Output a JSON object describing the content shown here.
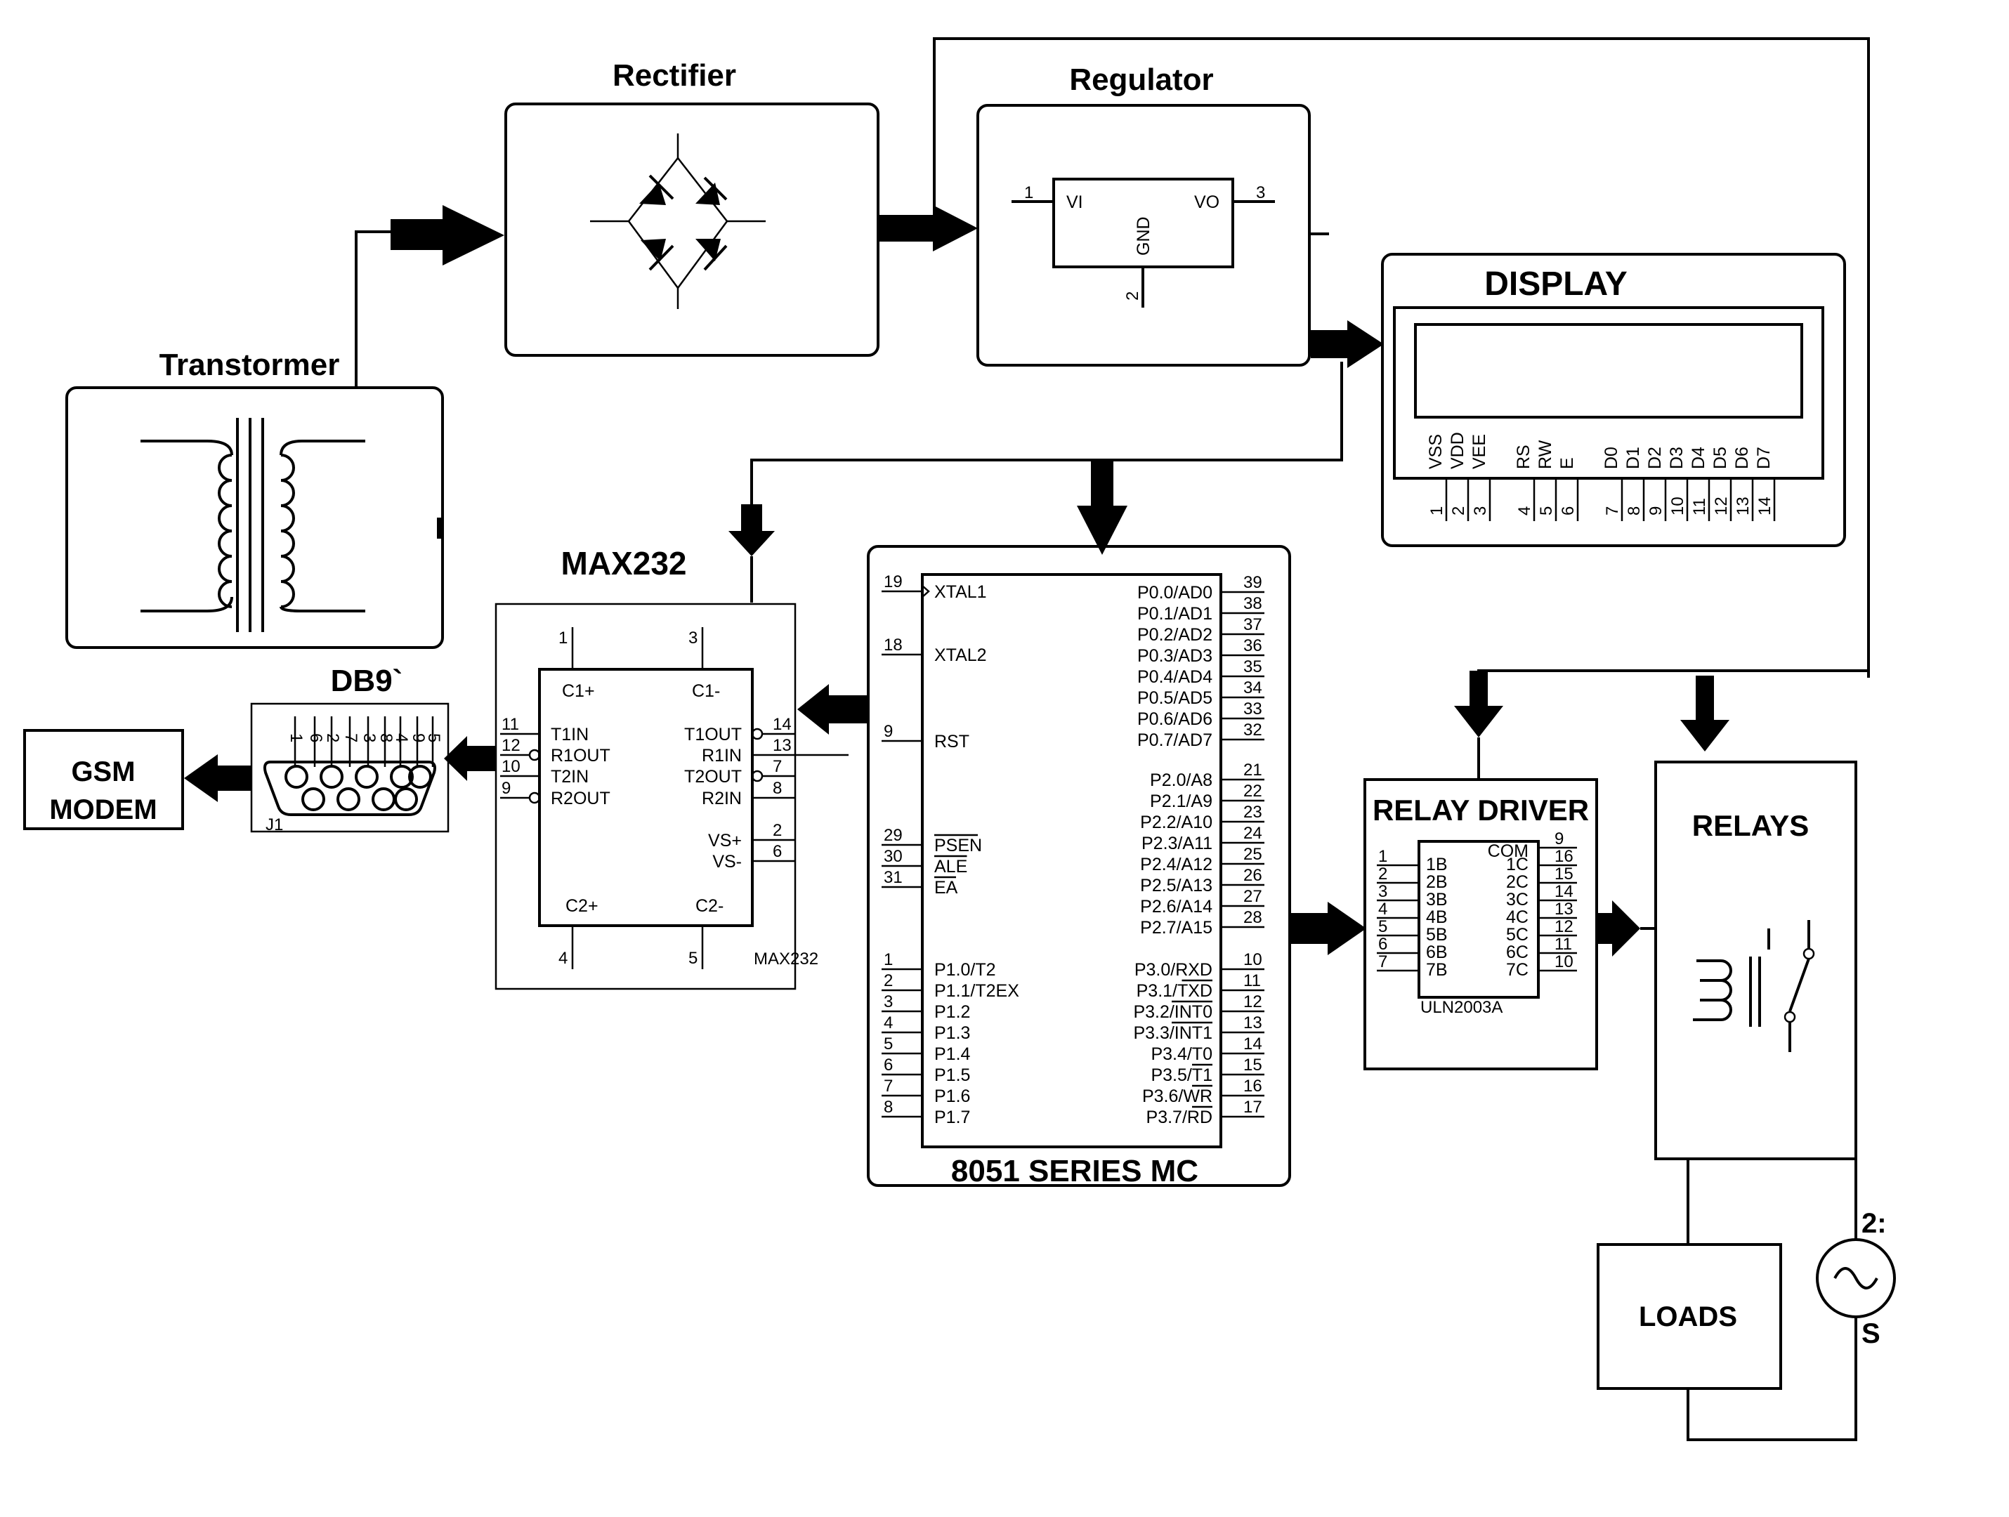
{
  "labels": {
    "transformer": "Transtormer",
    "rectifier": "Rectifier",
    "regulator": "Regulator",
    "display": "DISPLAY",
    "max232": "MAX232",
    "db9": "DB9`",
    "gsm_line1": "GSM",
    "gsm_line2": "MODEM",
    "mc": "8051 SERIES MC",
    "relay_driver": "RELAY DRIVER",
    "relays": "RELAYS",
    "loads": "LOADS",
    "source_top": "2:",
    "source_bottom": "S"
  },
  "regulator": {
    "vi": "VI",
    "vo": "VO",
    "gnd": "GND",
    "pin_in": "1",
    "pin_out": "3",
    "pin_gnd": "2"
  },
  "lcd": {
    "signals": [
      "VSS",
      "VDD",
      "VEE",
      "RS",
      "RW",
      "E",
      "D0",
      "D1",
      "D2",
      "D3",
      "D4",
      "D5",
      "D6",
      "D7"
    ],
    "pins": [
      "1",
      "2",
      "3",
      "4",
      "5",
      "6",
      "7",
      "8",
      "9",
      "10",
      "11",
      "12",
      "13",
      "14"
    ]
  },
  "max232_chip": {
    "c1p": "C1+",
    "c1m": "C1-",
    "c2p": "C2+",
    "c2m": "C2-",
    "pin_c1p": "1",
    "pin_c1m": "3",
    "pin_c2p": "4",
    "pin_c2m": "5",
    "left": [
      {
        "pin": "11",
        "name": "T1IN"
      },
      {
        "pin": "12",
        "name": "R1OUT"
      },
      {
        "pin": "10",
        "name": "T2IN"
      },
      {
        "pin": "9",
        "name": "R2OUT"
      }
    ],
    "right": [
      {
        "pin": "14",
        "name": "T1OUT"
      },
      {
        "pin": "13",
        "name": "R1IN"
      },
      {
        "pin": "7",
        "name": "T2OUT"
      },
      {
        "pin": "8",
        "name": "R2IN"
      },
      {
        "pin": "2",
        "name": "VS+"
      },
      {
        "pin": "6",
        "name": "VS-"
      }
    ],
    "part": "MAX232"
  },
  "db9_conn": {
    "pins": [
      "1",
      "6",
      "2",
      "7",
      "3",
      "8",
      "4",
      "9",
      "5"
    ],
    "ref": "J1"
  },
  "mcu": {
    "left_top": [
      {
        "pin": "19",
        "name": "XTAL1"
      },
      {
        "pin": "18",
        "name": "XTAL2"
      },
      {
        "pin": "9",
        "name": "RST"
      }
    ],
    "left_mid": [
      {
        "pin": "29",
        "name": "PSEN"
      },
      {
        "pin": "30",
        "name": "ALE"
      },
      {
        "pin": "31",
        "name": "EA"
      }
    ],
    "left_p1": [
      {
        "pin": "1",
        "name": "P1.0/T2"
      },
      {
        "pin": "2",
        "name": "P1.1/T2EX"
      },
      {
        "pin": "3",
        "name": "P1.2"
      },
      {
        "pin": "4",
        "name": "P1.3"
      },
      {
        "pin": "5",
        "name": "P1.4"
      },
      {
        "pin": "6",
        "name": "P1.5"
      },
      {
        "pin": "7",
        "name": "P1.6"
      },
      {
        "pin": "8",
        "name": "P1.7"
      }
    ],
    "right_p0": [
      {
        "pin": "39",
        "name": "P0.0/AD0"
      },
      {
        "pin": "38",
        "name": "P0.1/AD1"
      },
      {
        "pin": "37",
        "name": "P0.2/AD2"
      },
      {
        "pin": "36",
        "name": "P0.3/AD3"
      },
      {
        "pin": "35",
        "name": "P0.4/AD4"
      },
      {
        "pin": "34",
        "name": "P0.5/AD5"
      },
      {
        "pin": "33",
        "name": "P0.6/AD6"
      },
      {
        "pin": "32",
        "name": "P0.7/AD7"
      }
    ],
    "right_p2": [
      {
        "pin": "21",
        "name": "P2.0/A8"
      },
      {
        "pin": "22",
        "name": "P2.1/A9"
      },
      {
        "pin": "23",
        "name": "P2.2/A10"
      },
      {
        "pin": "24",
        "name": "P2.3/A11"
      },
      {
        "pin": "25",
        "name": "P2.4/A12"
      },
      {
        "pin": "26",
        "name": "P2.5/A13"
      },
      {
        "pin": "27",
        "name": "P2.6/A14"
      },
      {
        "pin": "28",
        "name": "P2.7/A15"
      }
    ],
    "right_p3": [
      {
        "pin": "10",
        "name": "P3.0/RXD"
      },
      {
        "pin": "11",
        "name": "P3.1/TXD"
      },
      {
        "pin": "12",
        "name": "P3.2/INT0"
      },
      {
        "pin": "13",
        "name": "P3.3/INT1"
      },
      {
        "pin": "14",
        "name": "P3.4/T0"
      },
      {
        "pin": "15",
        "name": "P3.5/T1"
      },
      {
        "pin": "16",
        "name": "P3.6/WR"
      },
      {
        "pin": "17",
        "name": "P3.7/RD"
      }
    ]
  },
  "uln": {
    "part": "ULN2003A",
    "com": "COM",
    "com_pin": "9",
    "inputs": [
      {
        "pin": "1",
        "name": "1B"
      },
      {
        "pin": "2",
        "name": "2B"
      },
      {
        "pin": "3",
        "name": "3B"
      },
      {
        "pin": "4",
        "name": "4B"
      },
      {
        "pin": "5",
        "name": "5B"
      },
      {
        "pin": "6",
        "name": "6B"
      },
      {
        "pin": "7",
        "name": "7B"
      }
    ],
    "outputs": [
      {
        "pin": "16",
        "name": "1C"
      },
      {
        "pin": "15",
        "name": "2C"
      },
      {
        "pin": "14",
        "name": "3C"
      },
      {
        "pin": "13",
        "name": "4C"
      },
      {
        "pin": "12",
        "name": "5C"
      },
      {
        "pin": "11",
        "name": "6C"
      },
      {
        "pin": "10",
        "name": "7C"
      }
    ]
  }
}
